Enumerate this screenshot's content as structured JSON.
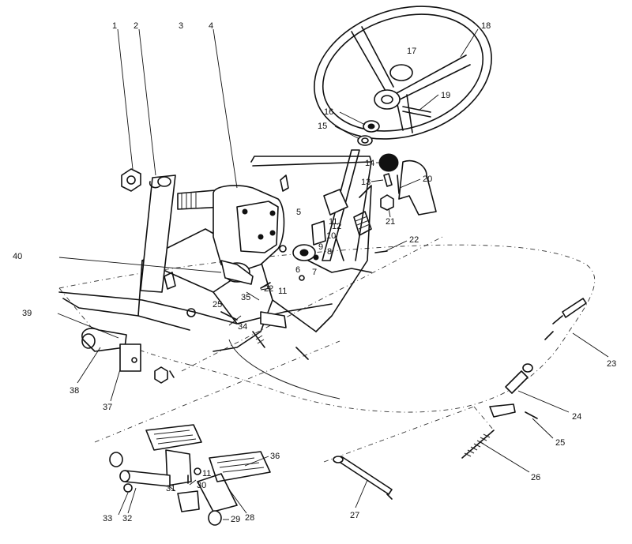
{
  "diagram": {
    "callouts": [
      {
        "id": "1",
        "text": "1"
      },
      {
        "id": "2",
        "text": "2"
      },
      {
        "id": "3",
        "text": "3"
      },
      {
        "id": "4",
        "text": "4"
      },
      {
        "id": "5",
        "text": "5"
      },
      {
        "id": "6",
        "text": "6"
      },
      {
        "id": "7",
        "text": "7"
      },
      {
        "id": "8",
        "text": "8"
      },
      {
        "id": "9",
        "text": "9"
      },
      {
        "id": "10",
        "text": "10"
      },
      {
        "id": "11a",
        "text": "11"
      },
      {
        "id": "11b",
        "text": "11"
      },
      {
        "id": "11c",
        "text": "11"
      },
      {
        "id": "12",
        "text": "12"
      },
      {
        "id": "13",
        "text": "13"
      },
      {
        "id": "14",
        "text": "14"
      },
      {
        "id": "15",
        "text": "15"
      },
      {
        "id": "16",
        "text": "16"
      },
      {
        "id": "17",
        "text": "17"
      },
      {
        "id": "18",
        "text": "18"
      },
      {
        "id": "19",
        "text": "19"
      },
      {
        "id": "20",
        "text": "20"
      },
      {
        "id": "21",
        "text": "21"
      },
      {
        "id": "22a",
        "text": "22"
      },
      {
        "id": "22b",
        "text": "22"
      },
      {
        "id": "23",
        "text": "23"
      },
      {
        "id": "24",
        "text": "24"
      },
      {
        "id": "25a",
        "text": "25"
      },
      {
        "id": "25b",
        "text": "25"
      },
      {
        "id": "26",
        "text": "26"
      },
      {
        "id": "27",
        "text": "27"
      },
      {
        "id": "28",
        "text": "28"
      },
      {
        "id": "29",
        "text": "29"
      },
      {
        "id": "30",
        "text": "30"
      },
      {
        "id": "31",
        "text": "31"
      },
      {
        "id": "32",
        "text": "32"
      },
      {
        "id": "33",
        "text": "33"
      },
      {
        "id": "34",
        "text": "34"
      },
      {
        "id": "35",
        "text": "35"
      },
      {
        "id": "36",
        "text": "36"
      },
      {
        "id": "37",
        "text": "37"
      },
      {
        "id": "38",
        "text": "38"
      },
      {
        "id": "39",
        "text": "39"
      },
      {
        "id": "40",
        "text": "40"
      }
    ]
  }
}
